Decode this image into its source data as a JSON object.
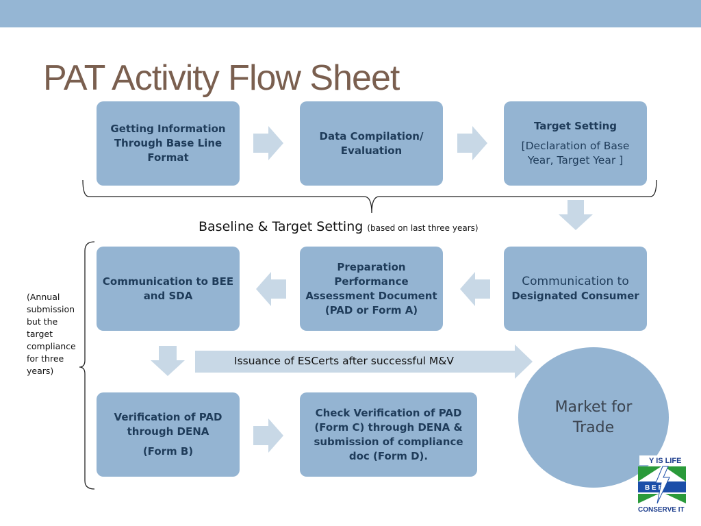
{
  "slide": {
    "title": "PAT Activity Flow Sheet"
  },
  "boxes": {
    "getting_info": "Getting Information Through Base Line Format",
    "data_compilation": "Data Compilation/ Evaluation",
    "target_setting_title": "Target Setting",
    "target_setting_sub": "[Declaration of Base Year, Target Year ]",
    "comm_designated_line1": "Communication to",
    "comm_designated_line2": "Designated Consumer",
    "preparation_pad": "Preparation Performance Assessment Document (PAD or Form A)",
    "comm_bee_sda": "Communication to BEE and SDA",
    "verification_pad": "Verification of PAD through DENA",
    "verification_form": "(Form B)",
    "check_verification": "Check Verification of PAD (Form C) through DENA & submission of compliance doc (Form D)."
  },
  "baseline_label": {
    "main": "Baseline & Target Setting",
    "note": "(based on last three years)"
  },
  "annual_note": "(Annual submission but the target compliance for three years)",
  "issuance": "Issuance of  ESCerts after successful M&V",
  "market": {
    "line1": "Market for",
    "line2": "Trade"
  },
  "logo": {
    "top_text": "Y IS LIFE",
    "middle_text": "B E E",
    "bottom_text": "CONSERVE IT"
  },
  "colors": {
    "band": "#95b6d4",
    "box_fill": "#94b4d2",
    "box_text": "#1f3c5a",
    "arrow_fill": "#c8d8e6",
    "title": "#7a5f4f"
  }
}
